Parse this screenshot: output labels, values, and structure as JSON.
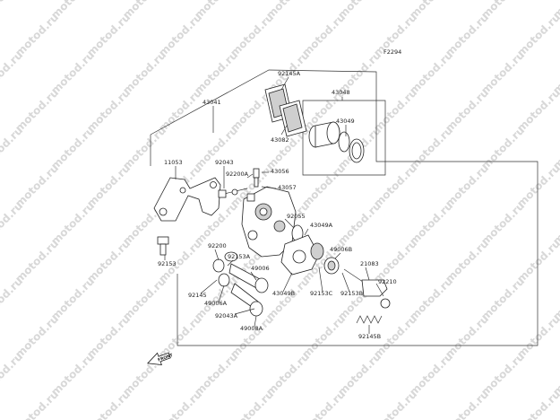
{
  "diagram_code": "F2294",
  "watermark_text": "motod.ru",
  "front_label": "FRONT",
  "labels": {
    "p92145A": "92145A",
    "p43041": "43041",
    "p43048": "43048",
    "p43049": "43049",
    "p43082": "43082",
    "p11053": "11053",
    "p92043": "92043",
    "p92200A": "92200A",
    "p43056": "43056",
    "p43057": "43057",
    "p92055": "92055",
    "p43049A": "43049A",
    "p49006B": "49006B",
    "p21083": "21083",
    "p92210": "92210",
    "p92153": "92153",
    "p92200": "92200",
    "p92153A": "92153A",
    "p49006": "49006",
    "p43049B": "43049B",
    "p92153C": "92153C",
    "p92153B": "92153B",
    "p92145": "92145",
    "p49006A": "49006A",
    "p92043A": "92043A",
    "p49008A": "49008A",
    "p92145B": "92145B"
  }
}
